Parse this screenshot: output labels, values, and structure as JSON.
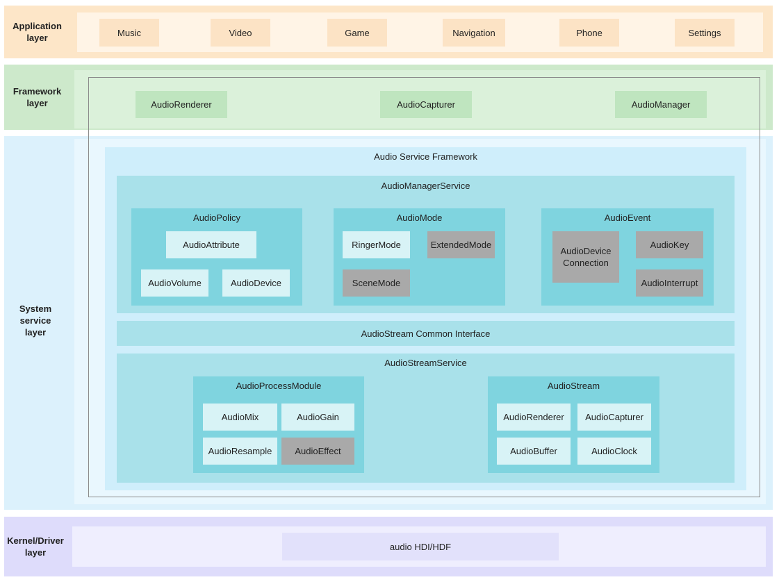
{
  "application_layer": {
    "label": "Application\nlayer",
    "items": [
      "Music",
      "Video",
      "Game",
      "Navigation",
      "Phone",
      "Settings"
    ]
  },
  "framework_layer": {
    "label": "Framework\nlayer",
    "items": [
      "AudioRenderer",
      "AudioCapturer",
      "AudioManager"
    ]
  },
  "system_service_layer": {
    "label": "System\nservice\nlayer",
    "audio_service_framework": {
      "title": "Audio Service Framework",
      "audio_manager_service": {
        "title": "AudioManagerService",
        "audio_policy": {
          "title": "AudioPolicy",
          "items": [
            "AudioAttribute",
            "AudioVolume",
            "AudioDevice"
          ]
        },
        "audio_mode": {
          "title": "AudioMode",
          "items": [
            "RingerMode",
            "ExtendedMode",
            "SceneMode"
          ]
        },
        "audio_event": {
          "title": "AudioEvent",
          "items": [
            "AudioDevice\nConnection",
            "AudioKey",
            "AudioInterrupt"
          ]
        }
      },
      "common_interface": "AudioStream Common Interface",
      "audio_stream_service": {
        "title": "AudioStreamService",
        "audio_process_module": {
          "title": "AudioProcessModule",
          "items": [
            "AudioMix",
            "AudioGain",
            "AudioResample",
            "AudioEffect"
          ]
        },
        "audio_stream": {
          "title": "AudioStream",
          "items": [
            "AudioRenderer",
            "AudioCapturer",
            "AudioBuffer",
            "AudioClock"
          ]
        }
      }
    }
  },
  "kernel_driver_layer": {
    "label": "Kernel/Driver\nlayer",
    "items": [
      "audio HDI/HDF"
    ]
  },
  "colors": {
    "application": "#fde6c8",
    "framework": "#cde9cb",
    "system_service": "#dcf1fc",
    "kernel_driver": "#dedcfb",
    "module_group": "#7fd4df",
    "module_leaf": "#d8f3f6",
    "extended_component": "#a9a9a9"
  }
}
